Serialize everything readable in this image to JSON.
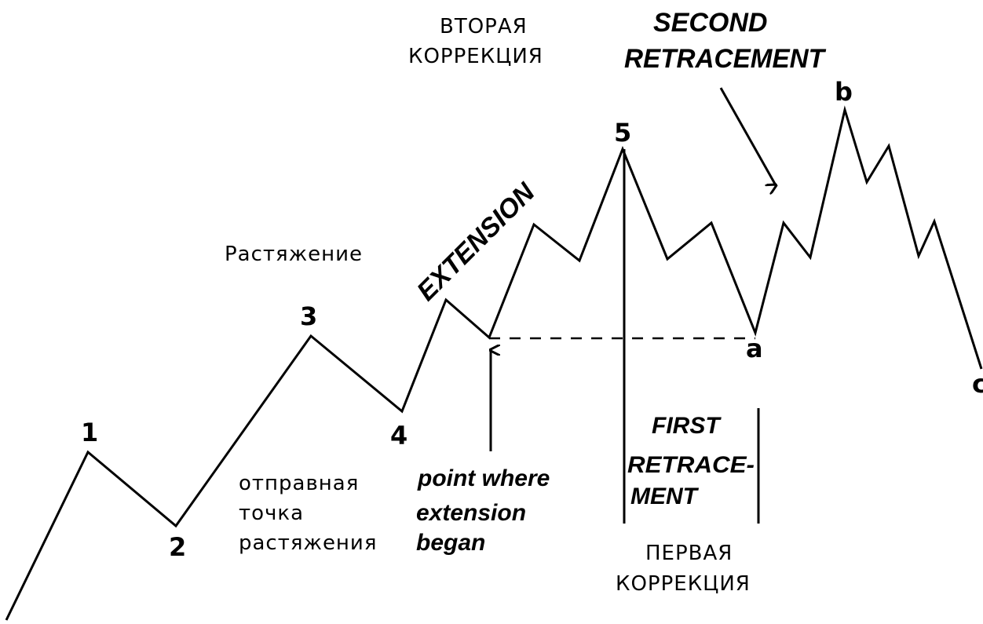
{
  "labels": {
    "second_retracement_ru_1": "ВТОРАЯ",
    "second_retracement_ru_2": "КОРРЕКЦИЯ",
    "second_retracement_en_1": "SECOND",
    "second_retracement_en_2": "RETRACEMENT",
    "extension_ru": "Растяжение",
    "extension_en": "EXTENSION",
    "start_ru_1": "отправная",
    "start_ru_2": "точка",
    "start_ru_3": "растяжения",
    "start_en_1": "point where",
    "start_en_2": "extension",
    "start_en_3": "began",
    "first_retracement_en_1": "FIRST",
    "first_retracement_en_2": "RETRACE-",
    "first_retracement_en_3": "MENT",
    "first_retracement_ru_1": "ПЕРВАЯ",
    "first_retracement_ru_2": "КОРРЕКЦИЯ"
  },
  "waves": {
    "w1": "1",
    "w2": "2",
    "w3": "3",
    "w4": "4",
    "w5": "5",
    "wa": "a",
    "wb": "b",
    "wc": "c"
  }
}
